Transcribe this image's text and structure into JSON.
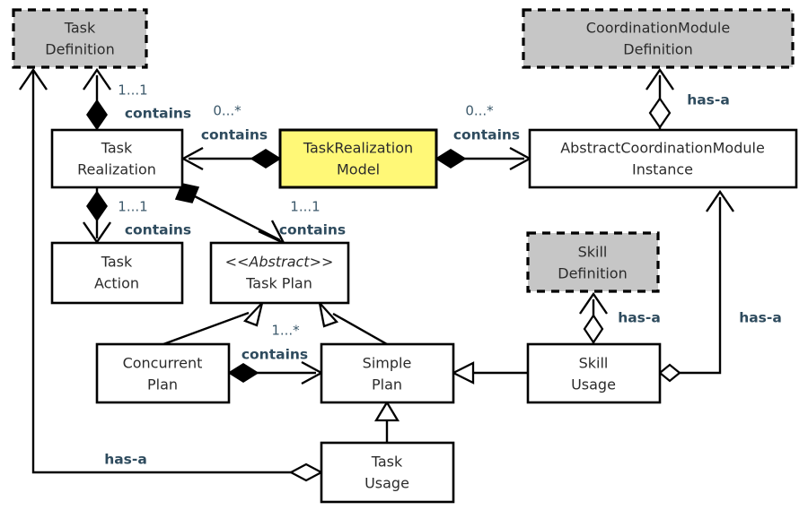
{
  "diagram": {
    "title": "Task Realization Model class diagram",
    "type": "uml-class-diagram",
    "colors": {
      "definition_fill": "#c6c6c6",
      "instance_fill": "#ffffff",
      "highlight_fill": "#ffff80",
      "label_blue": "#2e4b5e",
      "stroke": "#000000"
    }
  },
  "nodes": {
    "task_definition": {
      "line1": "Task",
      "line2": "Definition",
      "style": "definition"
    },
    "coordination_module_definition": {
      "line1": "CoordinationModule",
      "line2": "Definition",
      "style": "definition"
    },
    "task_realization": {
      "line1": "Task",
      "line2": "Realization",
      "style": "plain"
    },
    "task_realization_model": {
      "line1": "TaskRealization",
      "line2": "Model",
      "style": "highlight"
    },
    "abstract_coordination_module_instance": {
      "line1": "AbstractCoordinationModule",
      "line2": "Instance",
      "style": "plain"
    },
    "task_action": {
      "line1": "Task",
      "line2": "Action",
      "style": "plain"
    },
    "task_plan": {
      "line1": "<<Abstract>>",
      "line2": "Task Plan",
      "style": "plain-stereotype"
    },
    "skill_definition": {
      "line1": "Skill",
      "line2": "Definition",
      "style": "definition"
    },
    "concurrent_plan": {
      "line1": "Concurrent",
      "line2": "Plan",
      "style": "plain"
    },
    "simple_plan": {
      "line1": "Simple",
      "line2": "Plan",
      "style": "plain"
    },
    "skill_usage": {
      "line1": "Skill",
      "line2": "Usage",
      "style": "plain"
    },
    "task_usage": {
      "line1": "Task",
      "line2": "Usage",
      "style": "plain"
    }
  },
  "edge_labels": {
    "tr_to_td_mult": "1...1",
    "tr_to_td_name": "contains",
    "trm_to_tr_mult": "0...*",
    "trm_to_tr_name": "contains",
    "trm_to_acmi_mult": "0...*",
    "trm_to_acmi_name": "contains",
    "tr_to_ta_mult": "1...1",
    "tr_to_ta_name": "contains",
    "tr_to_tp_mult": "1...1",
    "tr_to_tp_name": "contains",
    "cp_to_sp_mult": "1...*",
    "cp_to_sp_name": "contains",
    "acmi_to_cmd_name": "has-a",
    "su_to_sd_name": "has-a",
    "su_to_acmi_name": "has-a",
    "tu_to_td_name": "has-a"
  }
}
